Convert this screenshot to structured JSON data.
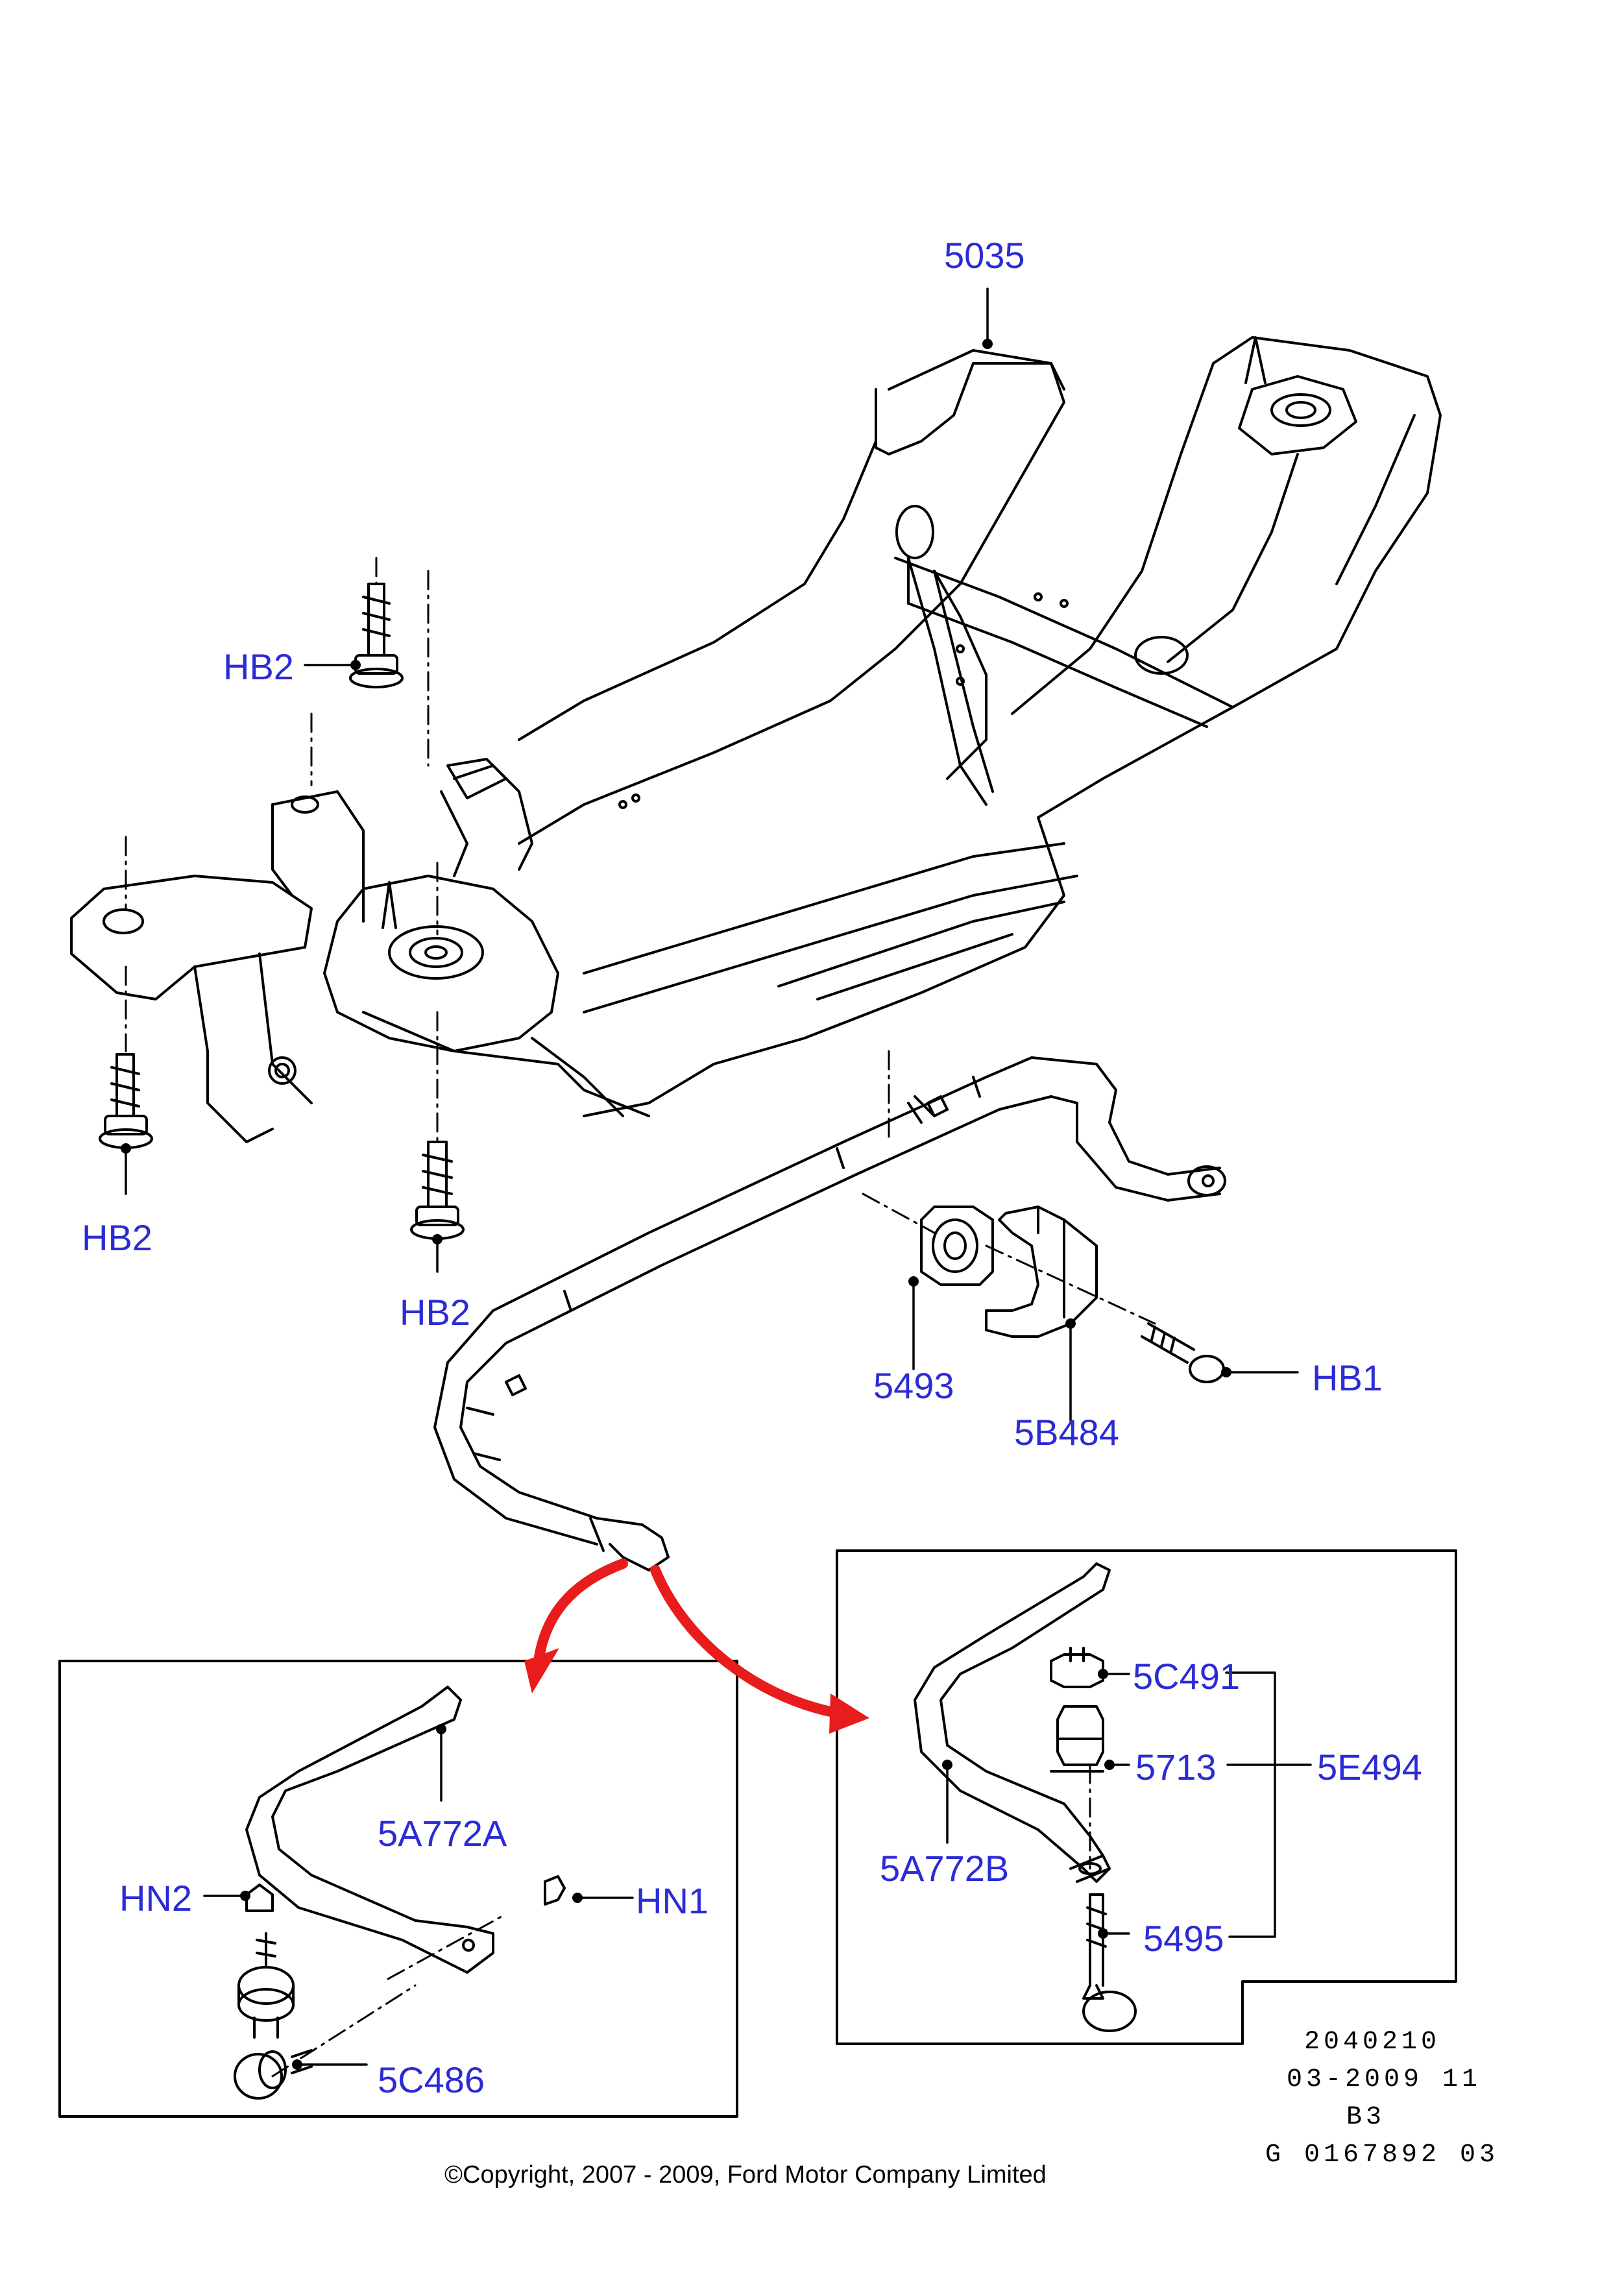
{
  "callouts": {
    "part_5035": "5035",
    "hb2_top": "HB2",
    "hb2_left": "HB2",
    "hb2_mid": "HB2",
    "part_5493": "5493",
    "part_5b484": "5B484",
    "hb1": "HB1",
    "part_5a772a": "5A772A",
    "hn2": "HN2",
    "hn1": "HN1",
    "part_5c486": "5C486",
    "part_5c491": "5C491",
    "part_5713": "5713",
    "part_5e494": "5E494",
    "part_5a772b": "5A772B",
    "part_5495": "5495"
  },
  "meta_block": {
    "line1": "2040210",
    "line2": "03-2009 11",
    "line3": "B3",
    "line4": "G 0167892 03"
  },
  "copyright": "©Copyright, 2007 - 2009, Ford Motor Company Limited",
  "colors": {
    "callout_text": "#2b2bd6",
    "arrow_red": "#e81c1c",
    "line_art": "#000000"
  }
}
